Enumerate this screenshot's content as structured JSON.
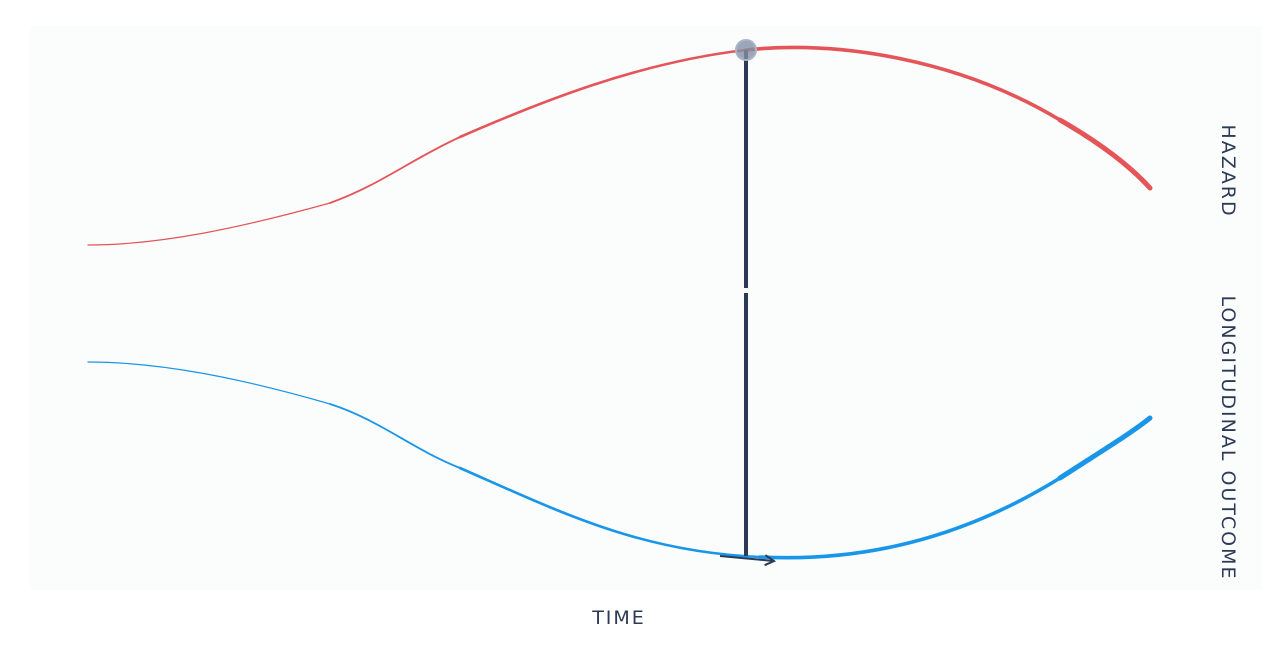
{
  "labels": {
    "x_axis": "TIME",
    "top_axis": "HAZARD",
    "bottom_axis": "LONGITUDINAL OUTCOME"
  },
  "colors": {
    "hazard": "#e45559",
    "outcome": "#1a96e8",
    "connector": "#2b3a55",
    "marker": "#8391a6",
    "panel": "#fbfcfc"
  }
}
